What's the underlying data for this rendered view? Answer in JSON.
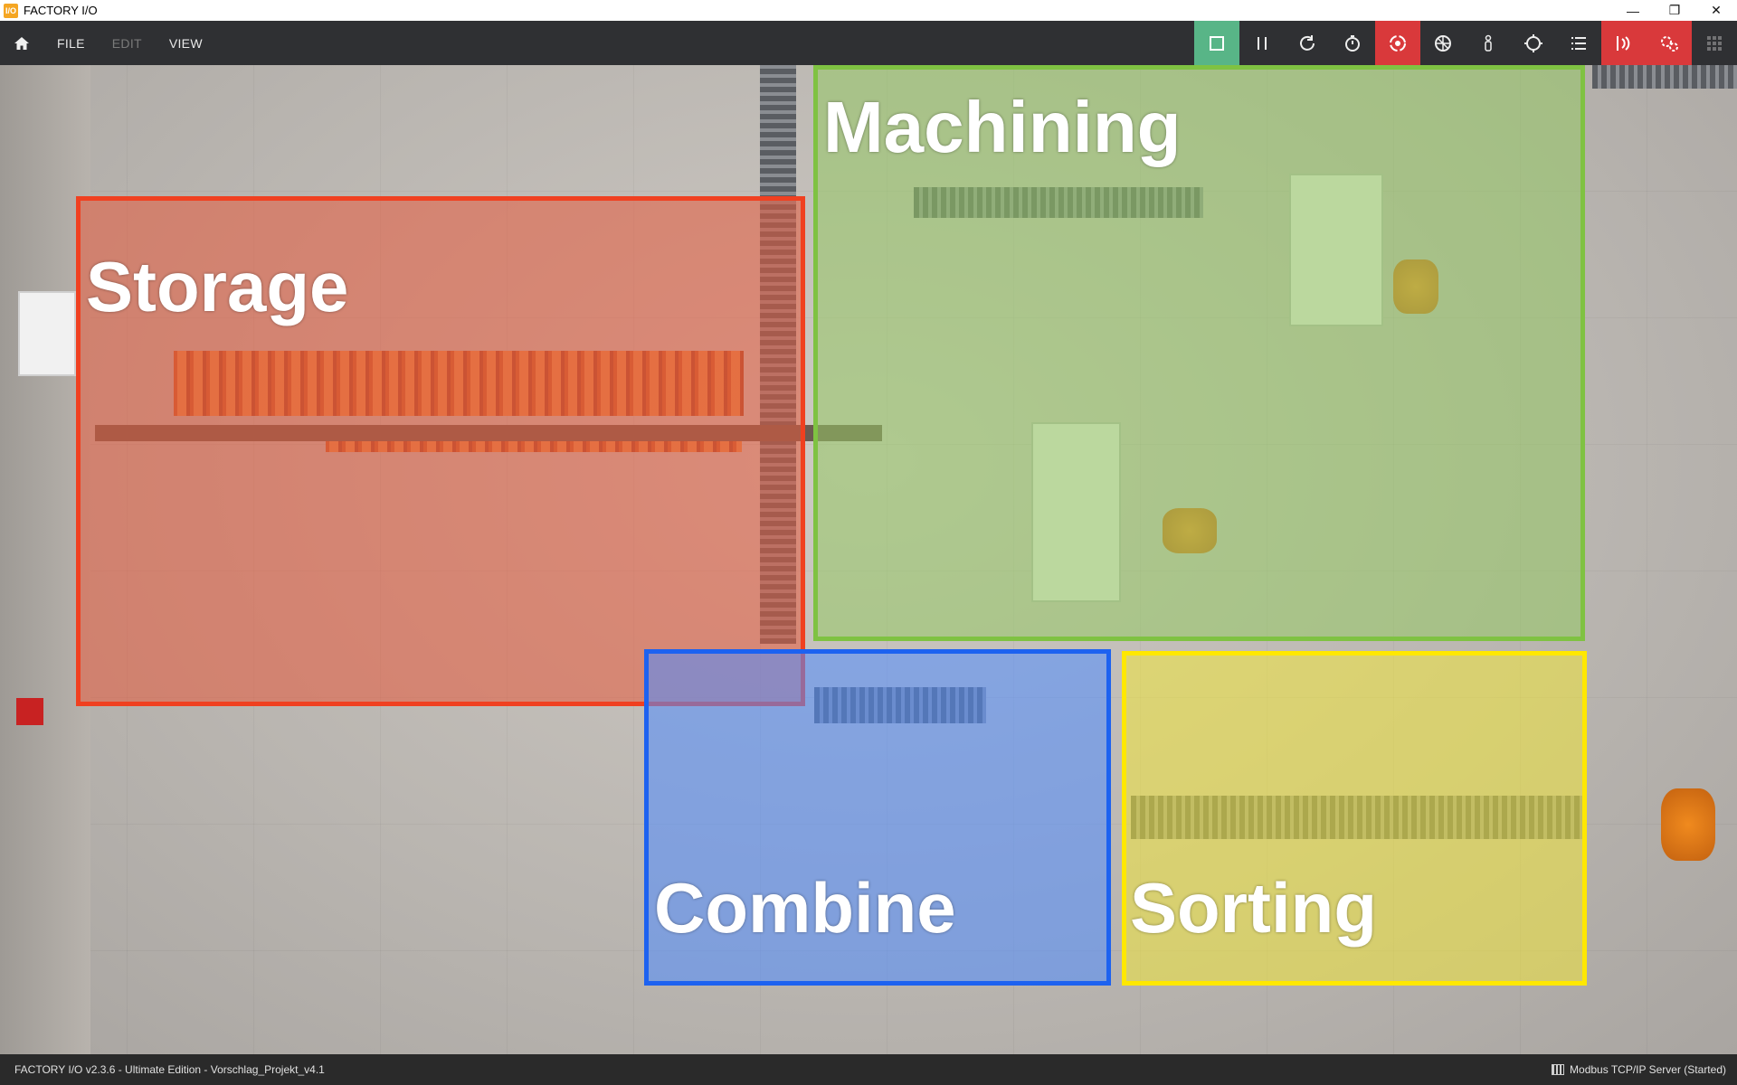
{
  "window": {
    "title": "FACTORY I/O",
    "logo_text": "I/O",
    "controls": {
      "minimize": "—",
      "restore": "❐",
      "close": "✕"
    }
  },
  "menu": {
    "file": "FILE",
    "edit": "EDIT",
    "view": "VIEW"
  },
  "toolbar": {
    "tools": [
      {
        "icon": "stop-icon",
        "state": "active-green"
      },
      {
        "icon": "pause-icon",
        "state": "normal"
      },
      {
        "icon": "reset-icon",
        "state": "normal"
      },
      {
        "icon": "stopwatch-icon",
        "state": "normal"
      },
      {
        "icon": "camera-orbit-icon",
        "state": "active-red"
      },
      {
        "icon": "fly-camera-icon",
        "state": "normal"
      },
      {
        "icon": "first-person-icon",
        "state": "normal"
      },
      {
        "icon": "crosshair-icon",
        "state": "normal"
      },
      {
        "icon": "list-icon",
        "state": "normal"
      },
      {
        "icon": "sensor-icon",
        "state": "active-red"
      },
      {
        "icon": "drivers-icon",
        "state": "active-red"
      },
      {
        "icon": "grid-icon",
        "state": "disabled"
      }
    ],
    "colors": {
      "green": "#58b587",
      "red": "#d9393b",
      "bar": "#2f3033"
    }
  },
  "zones": {
    "storage": {
      "label": "Storage",
      "color": "#f04020"
    },
    "machining": {
      "label": "Machining",
      "color": "#7fc242"
    },
    "combine": {
      "label": "Combine",
      "color": "#1d62f0"
    },
    "sorting": {
      "label": "Sorting",
      "color": "#ffe800"
    }
  },
  "status": {
    "left": "FACTORY I/O v2.3.6 - Ultimate Edition - Vorschlag_Projekt_v4.1",
    "right": "Modbus TCP/IP Server (Started)"
  }
}
